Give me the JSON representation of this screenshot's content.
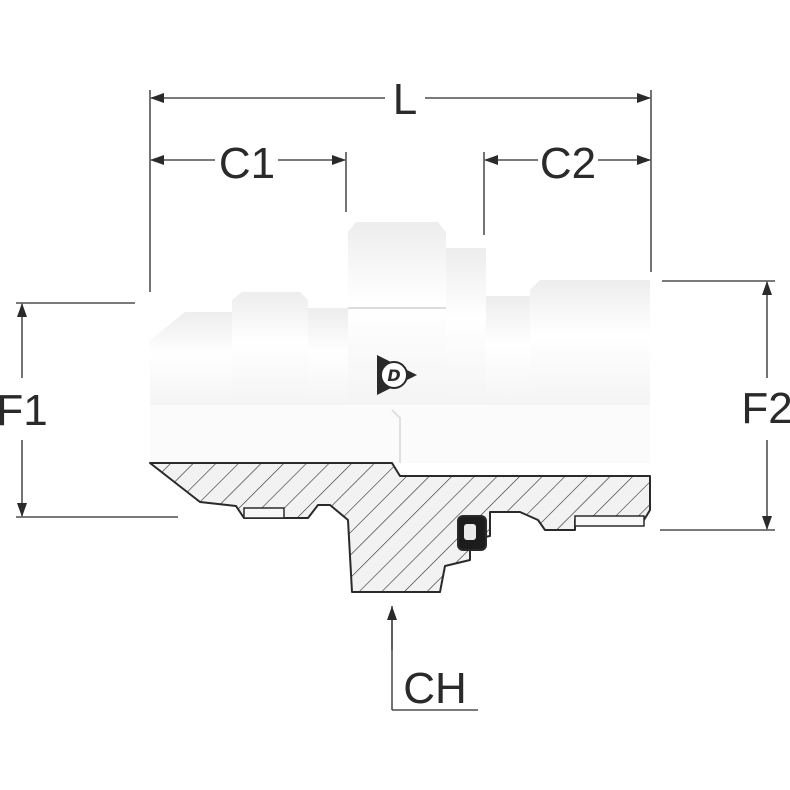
{
  "dimensions": {
    "L": "L",
    "C1": "C1",
    "C2": "C2",
    "F1": "F1",
    "F2": "F2",
    "CH": "CH"
  },
  "logo": {
    "icon": "dunlop-logo-icon",
    "text": "D"
  },
  "colors": {
    "line": "#2a2a2a",
    "body_highlight": "#ffffff",
    "body_shade": "#e2e2e2",
    "section_fill": "#efefef"
  }
}
